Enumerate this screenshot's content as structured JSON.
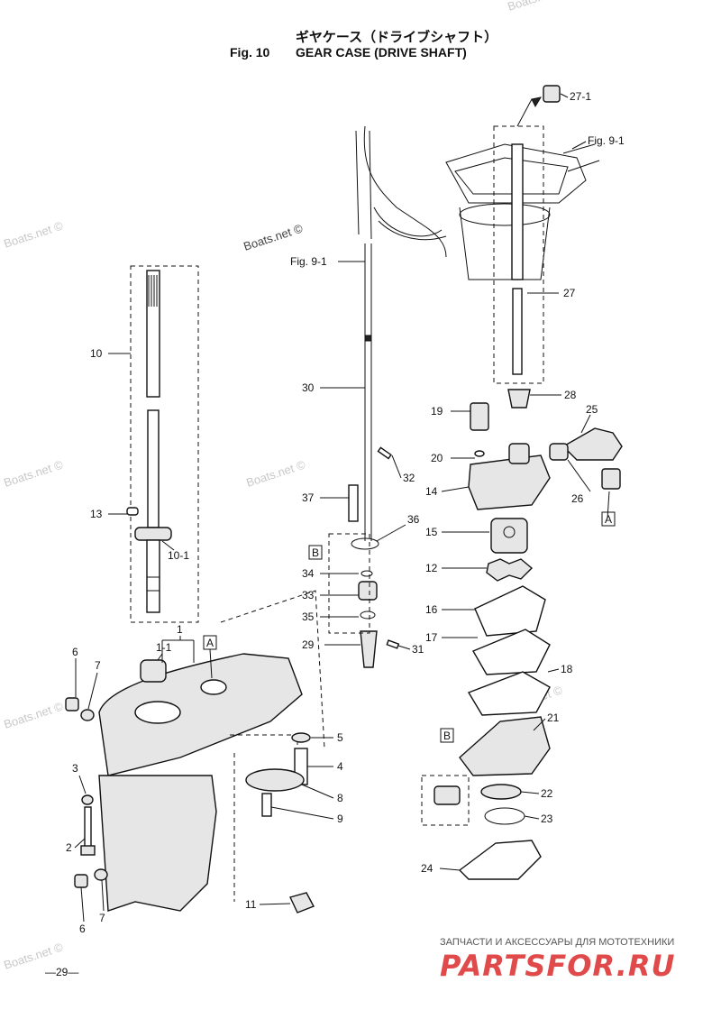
{
  "header": {
    "japanese_title": "ギヤケース（ドライブシャフト）",
    "fig_number": "Fig. 10",
    "title": "GEAR CASE (DRIVE SHAFT)"
  },
  "page_number": "—29—",
  "watermarks": [
    "Boats.net ©",
    "Boats.net ©",
    "Boats.net ©",
    "Boats.net ©",
    "Boats.net ©",
    "Boats.net ©",
    "Boats.net ©",
    "Boats.net ©"
  ],
  "branding": {
    "tagline": "ЗАПЧАСТИ И АКСЕССУАРЫ ДЛЯ МОТОТЕХНИКИ",
    "logo_text": "PARTSFOR.RU",
    "logo_color": "#e04a4a"
  },
  "callouts": [
    "27-1",
    "Fig. 9-1",
    "Fig. 9-1",
    "27",
    "10",
    "30",
    "28",
    "19",
    "25",
    "20",
    "32",
    "14",
    "37",
    "36",
    "26",
    "A",
    "13",
    "10-1",
    "B",
    "15",
    "34",
    "12",
    "33",
    "16",
    "35",
    "1",
    "29",
    "31",
    "17",
    "A",
    "1-1",
    "18",
    "6",
    "7",
    "21",
    "5",
    "B",
    "4",
    "22",
    "3",
    "8",
    "23",
    "9",
    "2",
    "24",
    "6",
    "7",
    "11"
  ]
}
